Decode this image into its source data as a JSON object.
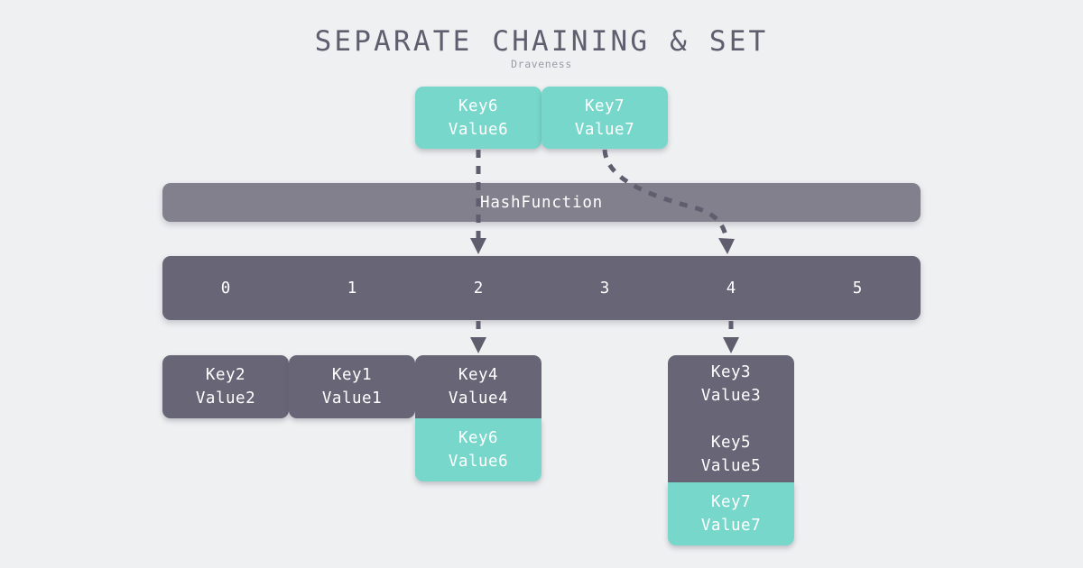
{
  "header": {
    "title": "SEPARATE CHAINING & SET",
    "subtitle": "Draveness"
  },
  "colors": {
    "background": "#eff0f2",
    "teal": "#78d7cb",
    "dark_slate": "#676576",
    "mid_slate": "#82808d",
    "arrow": "#5f5d6e",
    "title_text": "#5f5d6e",
    "subtitle_text": "#9b9aa6",
    "box_text": "#ffffff"
  },
  "incoming": [
    {
      "key": "Key6",
      "value": "Value6"
    },
    {
      "key": "Key7",
      "value": "Value7"
    }
  ],
  "hash_function": {
    "label": "HashFunction"
  },
  "bucket_array": {
    "slots": [
      "0",
      "1",
      "2",
      "3",
      "4",
      "5"
    ]
  },
  "chains": [
    {
      "slot": "0",
      "nodes": [
        {
          "key": "Key2",
          "value": "Value2",
          "highlight": "false"
        }
      ]
    },
    {
      "slot": "1",
      "nodes": [
        {
          "key": "Key1",
          "value": "Value1",
          "highlight": "false"
        }
      ]
    },
    {
      "slot": "2",
      "nodes": [
        {
          "key": "Key4",
          "value": "Value4",
          "highlight": "false"
        },
        {
          "key": "Key6",
          "value": "Value6",
          "highlight": "true"
        }
      ]
    },
    {
      "slot": "4",
      "nodes": [
        {
          "key": "Key3",
          "value": "Value3",
          "highlight": "false"
        },
        {
          "key": "Key5",
          "value": "Value5",
          "highlight": "false"
        },
        {
          "key": "Key7",
          "value": "Value7",
          "highlight": "true"
        }
      ]
    }
  ],
  "box_text": {
    "key6_value6": "Key6\nValue6",
    "key7_value7": "Key7\nValue7",
    "key2_value2": "Key2\nValue2",
    "key1_value1": "Key1\nValue1",
    "key4_value4": "Key4\nValue4",
    "key6_value6_chain": "Key6\nValue6",
    "key3_value3_key5_value5": "Key3\nValue3\n\nKey5\nValue5",
    "key7_value7_chain": "Key7\nValue7"
  },
  "arrows": [
    {
      "name": "key6-to-slot2",
      "from": "Key6 input box",
      "to": "bucket slot 2"
    },
    {
      "name": "key7-to-slot4",
      "from": "Key7 input box",
      "to": "bucket slot 4"
    },
    {
      "name": "slot2-to-chain",
      "from": "bucket slot 2",
      "to": "chain bucket 2"
    },
    {
      "name": "slot4-to-chain",
      "from": "bucket slot 4",
      "to": "chain bucket 4"
    }
  ]
}
